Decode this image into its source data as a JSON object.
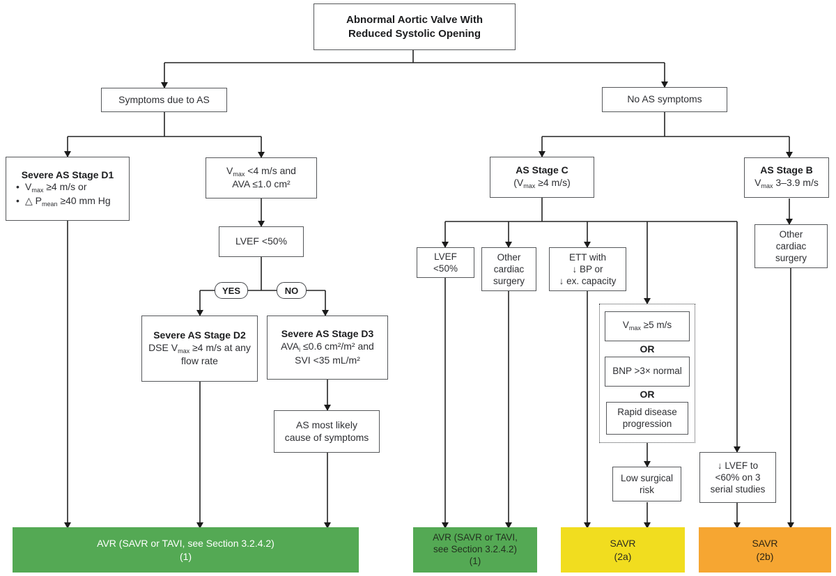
{
  "palette": {
    "green": "#54a954",
    "yellow": "#f1dd1f",
    "orange": "#f6a632",
    "box_border": "#55575a",
    "line": "#232323",
    "text": "#2e2f33"
  },
  "nodes": {
    "title": {
      "line1": "Abnormal Aortic Valve With",
      "line2": "Reduced Systolic Opening"
    },
    "symptoms": {
      "label": "Symptoms due to AS"
    },
    "no_symptoms": {
      "label": "No AS symptoms"
    },
    "d1": {
      "title": "Severe AS Stage D1",
      "bullet": "•",
      "b1_pre": "V",
      "b1_sub": "max",
      "b1_post": " ≥4 m/s or",
      "b2_pre": "△ P",
      "b2_sub": "mean",
      "b2_post": " ≥40 mm Hg"
    },
    "vmax_ava": {
      "l1_pre": "V",
      "l1_sub": "max",
      "l1_post": " <4 m/s and",
      "l2": "AVA ≤1.0 cm²"
    },
    "lvef50": {
      "label": "LVEF <50%"
    },
    "yes_pill": {
      "label": "YES"
    },
    "no_pill": {
      "label": "NO"
    },
    "d2": {
      "title": "Severe AS Stage D2",
      "l1_pre": "DSE V",
      "l1_sub": "max",
      "l1_post": " ≥4 m/s at any",
      "l2": "flow rate"
    },
    "d3": {
      "title": "Severe AS Stage D3",
      "l1_pre": "AVA",
      "l1_sub": "i",
      "l1_post": " ≤0.6 cm²/m² and",
      "l2": "SVI <35 mL/m²"
    },
    "as_cause": {
      "line1": "AS most likely",
      "line2": "cause of symptoms"
    },
    "stage_c": {
      "title": "AS Stage C",
      "sub_pre": "(V",
      "sub_sub": "max",
      "sub_post": " ≥4 m/s)"
    },
    "stage_b": {
      "title": "AS Stage B",
      "sub_pre": "V",
      "sub_sub": "max",
      "sub_post": " 3–3.9 m/s"
    },
    "lvef_c": {
      "line1": "LVEF",
      "line2": "<50%"
    },
    "other_cardiac_c": {
      "line1": "Other",
      "line2": "cardiac",
      "line3": "surgery"
    },
    "ett": {
      "line1": "ETT with",
      "line2": "↓ BP or",
      "line3": "↓ ex. capacity"
    },
    "vmax5": {
      "pre": "V",
      "sub": "max",
      "post": " ≥5 m/s"
    },
    "or1": {
      "label": "OR"
    },
    "or2": {
      "label": "OR"
    },
    "bnp": {
      "label": "BNP >3× normal"
    },
    "rapid": {
      "line1": "Rapid disease",
      "line2": "progression"
    },
    "low_risk": {
      "line1": "Low surgical",
      "line2": "risk"
    },
    "other_cardiac_b": {
      "line1": "Other",
      "line2": "cardiac",
      "line3": "surgery"
    },
    "lvef_serial": {
      "line1": "↓ LVEF to",
      "line2": "<60% on 3",
      "line3": "serial studies"
    },
    "avr_main": {
      "line1": "AVR (SAVR or TAVI, see Section 3.2.4.2)",
      "line2": "(1)"
    },
    "avr_small": {
      "line1": "AVR (SAVR or TAVI,",
      "line2": "see Section 3.2.4.2)",
      "line3": "(1)"
    },
    "savr_2a": {
      "line1": "SAVR",
      "line2": "(2a)"
    },
    "savr_2b": {
      "line1": "SAVR",
      "line2": "(2b)"
    }
  }
}
